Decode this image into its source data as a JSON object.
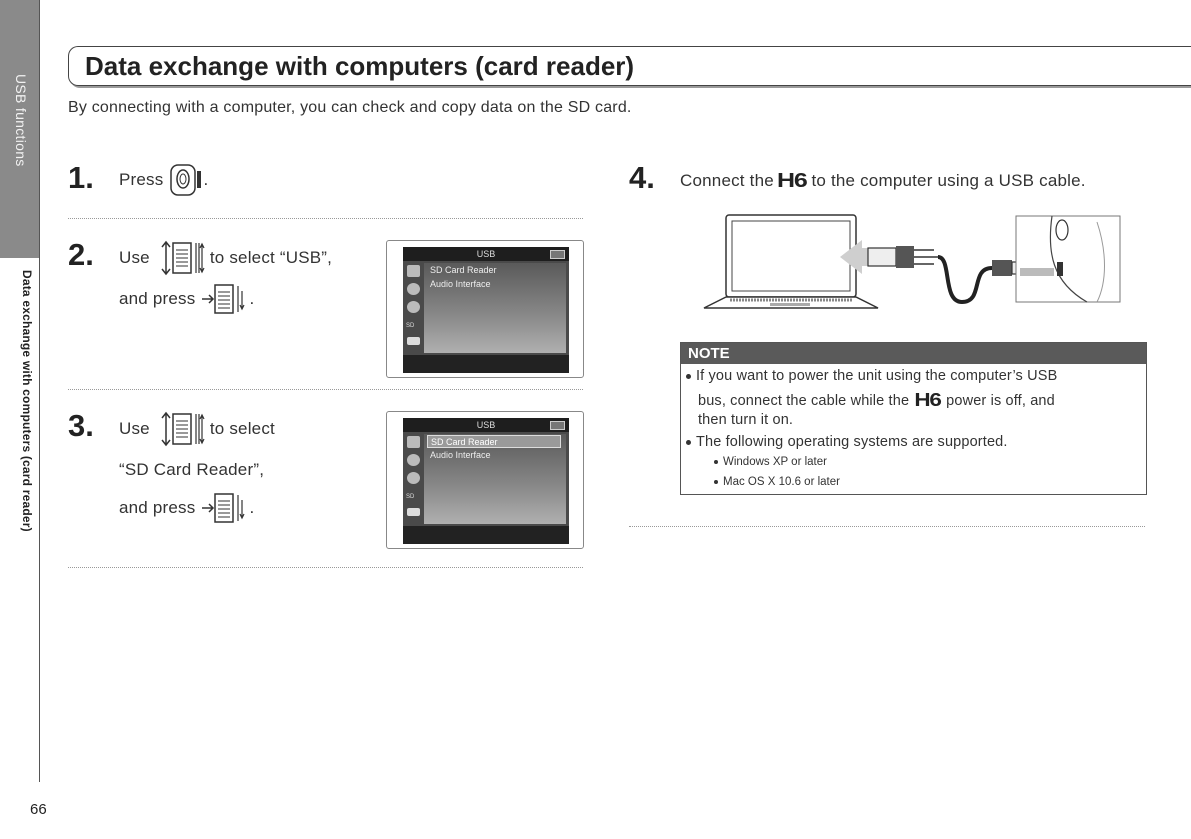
{
  "sidebar": {
    "section_tab": "USB functions",
    "chapter_label": "Data exchange with computers (card reader)",
    "page_number": "66"
  },
  "header": {
    "title": "Data exchange with computers (card reader)",
    "intro": "By connecting with a computer, you can check and copy data on the SD card."
  },
  "steps": [
    {
      "number": "1.",
      "text_a": "Press",
      "text_b": "."
    },
    {
      "number": "2.",
      "line1_a": "Use",
      "line1_b": "to select “USB”,",
      "line2_a": "and press",
      "line2_b": "."
    },
    {
      "number": "3.",
      "line1_a": "Use",
      "line1_b": "to select",
      "line2": "“SD Card Reader”,",
      "line3_a": "and press",
      "line3_b": "."
    },
    {
      "number": "4.",
      "text_a": "Connect the",
      "device": "H6",
      "text_b": "to the computer using a USB cable."
    }
  ],
  "screens": [
    {
      "title": "USB",
      "items": [
        "SD Card Reader",
        "Audio Interface"
      ],
      "selected_index": -1,
      "sd_label": "SD"
    },
    {
      "title": "USB",
      "items": [
        "SD Card Reader",
        "Audio Interface"
      ],
      "selected_index": 0,
      "sd_label": "SD"
    }
  ],
  "note": {
    "heading": "NOTE",
    "b1_line1": "If you want to power the unit using the computer’s USB",
    "b1_line2_a": "bus, connect the cable while the",
    "b1_device": "H6",
    "b1_line2_b": "power is off, and",
    "b1_line3": "then turn it on.",
    "b2": "The following operating systems are supported.",
    "os": [
      "Windows XP or later",
      "Mac OS X 10.6 or later"
    ]
  },
  "icons": {
    "menu_button": "menu-button-icon",
    "scroll_wheel": "scroll-wheel-icon",
    "press_wheel": "wheel-press-icon",
    "usb_symbol": "usb-icon"
  }
}
